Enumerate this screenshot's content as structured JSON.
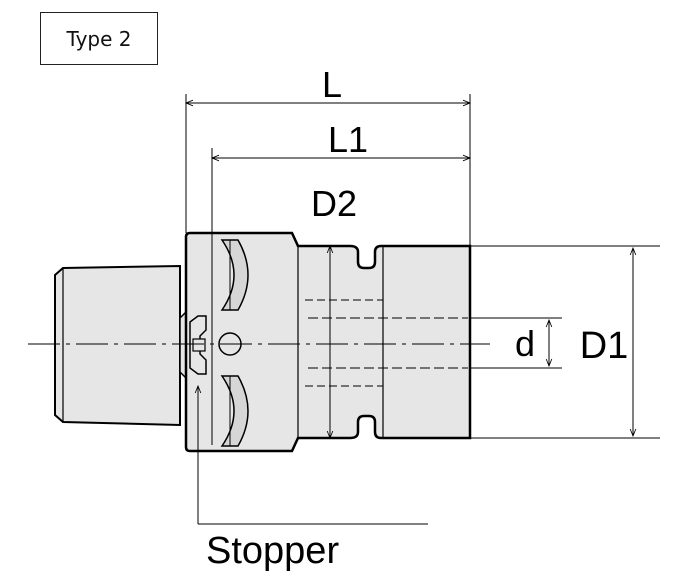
{
  "type_label": "Type 2",
  "dimensions": {
    "L": "L",
    "L1": "L1",
    "D2": "D2",
    "d": "d",
    "D1": "D1"
  },
  "callouts": {
    "stopper": "Stopper"
  },
  "colors": {
    "body_fill": "#e6e6e6",
    "outline": "#000000"
  }
}
